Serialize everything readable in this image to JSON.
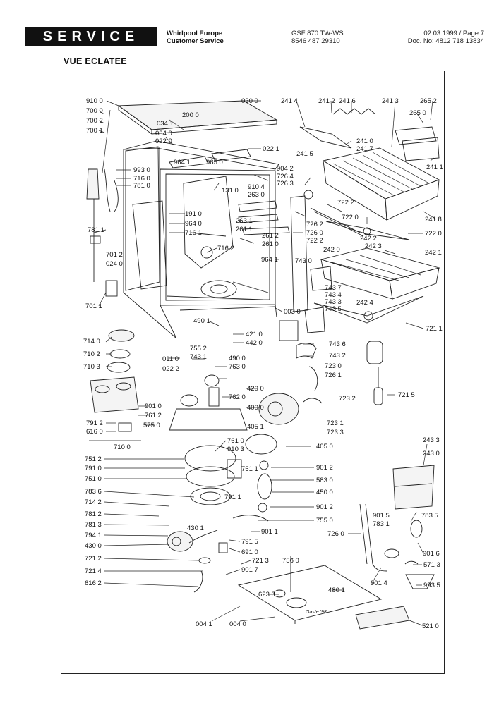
{
  "header": {
    "badge": "SERVICE",
    "company_line1": "Whirlpool Europe",
    "company_line2": "Customer Service",
    "model_line1": "GSF 870 TW-WS",
    "model_line2": "8546 487 29310",
    "date_page": "02.03.1999 / Page 7",
    "doc_no": "Doc. No: 4812 718 13834"
  },
  "title": "VUE ECLATEE",
  "signature": "Gaste '98",
  "callouts": {
    "c910_0": "910 0",
    "c700_0": "700 0",
    "c700_2": "700 2",
    "c700_1": "700 1",
    "c030_0": "030 0",
    "c034_1": "034 1",
    "c200_0": "200 0",
    "c034_0": "034 0",
    "c022_0": "022 0",
    "c964_1a": "964 1",
    "c965_0": "965 0",
    "c022_1": "022 1",
    "c993_0": "993 0",
    "c716_0": "716 0",
    "c781_0": "781 0",
    "c131_0": "131 0",
    "c910_4": "910 4",
    "c263_0": "263 0",
    "c904_2": "904 2",
    "c726_4": "726 4",
    "c726_3": "726 3",
    "c191_0": "191 0",
    "c964_0": "964 0",
    "c716_1": "716 1",
    "c263_1": "263 1",
    "c261_1": "261 1",
    "c781_1": "781 1",
    "c701_2": "701 2",
    "c024_0": "024 0",
    "c261_2": "261 2",
    "c261_0": "261 0",
    "c716_2": "716 2",
    "c726_2": "726 2",
    "c726_0": "726 0",
    "c722_2b": "722 2",
    "c701_1": "701 1",
    "c964_1b": "964 1",
    "c743_0": "743 0",
    "c003_0": "003 0",
    "c743_7": "743 7",
    "c743_4": "743 4",
    "c743_3": "743 3",
    "c743_5": "743 5",
    "c242_4": "242 4",
    "c241_4": "241 4",
    "c241_2": "241 2",
    "c241_6": "241 6",
    "c241_3": "241 3",
    "c265_2": "265 2",
    "c265_0": "265 0",
    "c241_0": "241 0",
    "c241_7": "241 7",
    "c241_5": "241 5",
    "c241_1": "241 1",
    "c722_2a": "722 2",
    "c722_0": "722 0",
    "c241_8": "241 8",
    "c722_0r": "722 0",
    "c242_0": "242 0",
    "c242_2": "242 2",
    "c242_3": "242 3",
    "c242_1": "242 1",
    "c721_1": "721 1",
    "c714_0": "714 0",
    "c710_2": "710 2",
    "c710_3": "710 3",
    "c490_1": "490 1",
    "c755_2": "755 2",
    "c743_1": "743 1",
    "c421_0": "421 0",
    "c442_0": "442 0",
    "c743_6": "743 6",
    "c743_2": "743 2",
    "c011_0": "011 0",
    "c022_2": "022 2",
    "c490_0": "490 0",
    "c763_0": "763 0",
    "c723_0": "723 0",
    "c726_1": "726 1",
    "c723_2": "723 2",
    "c721_5": "721 5",
    "c762_0": "762 0",
    "c420_0": "420 0",
    "c400_0": "400 0",
    "c901_0": "901 0",
    "c761_2": "761 2",
    "c575_0": "575 0",
    "c791_2": "791 2",
    "c616_0": "616 0",
    "c710_0": "710 0",
    "c405_1": "405 1",
    "c723_1": "723 1",
    "c723_3": "723 3",
    "c761_0": "761 0",
    "c910_3": "910 3",
    "c405_0": "405 0",
    "c751_2": "751 2",
    "c791_0": "791 0",
    "c751_0": "751 0",
    "c751_1": "751 1",
    "c901_2a": "901 2",
    "c583_0": "583 0",
    "c243_3": "243 3",
    "c243_0": "243 0",
    "c783_6": "783 6",
    "c450_0": "450 0",
    "c791_1": "791 1",
    "c714_2": "714 2",
    "c901_2b": "901 2",
    "c781_2": "781 2",
    "c755_0": "755 0",
    "c781_3": "781 3",
    "c430_1": "430 1",
    "c901_1": "901 1",
    "c901_5": "901 5",
    "c783_1": "783 1",
    "c783_5": "783 5",
    "c794_1": "794 1",
    "c791_5": "791 5",
    "c726_0b": "726 0",
    "c430_0": "430 0",
    "c691_0": "691 0",
    "c901_6": "901 6",
    "c721_2": "721 2",
    "c721_3": "721 3",
    "c756_0": "756 0",
    "c571_3": "571 3",
    "c721_4": "721 4",
    "c901_7": "901 7",
    "c901_4": "901 4",
    "c616_2": "616 2",
    "c480_1": "480 1",
    "c993_5": "993 5",
    "c623_0": "623 0",
    "c004_1": "004 1",
    "c004_0": "004 0",
    "c521_0": "521 0"
  }
}
